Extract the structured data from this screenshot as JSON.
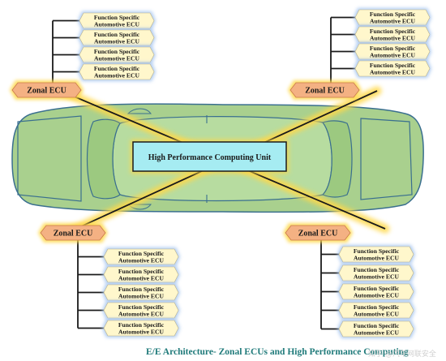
{
  "hpc": {
    "label": "High Performance Computing Unit"
  },
  "zones": [
    {
      "label": "Zonal ECU",
      "ecus": [
        "Function Specific Automotive ECU",
        "Function Specific Automotive ECU",
        "Function Specific Automotive ECU",
        "Function Specific Automotive ECU"
      ]
    },
    {
      "label": "Zonal ECU",
      "ecus": [
        "Function Specific Automotive ECU",
        "Function Specific Automotive ECU",
        "Function Specific Automotive ECU",
        "Function Specific Automotive ECU"
      ]
    },
    {
      "label": "Zonal ECU",
      "ecus": [
        "Function Specific Automotive ECU",
        "Function Specific Automotive ECU",
        "Function Specific Automotive ECU",
        "Function Specific Automotive ECU",
        "Function Specific Automotive ECU"
      ]
    },
    {
      "label": "Zonal ECU",
      "ecus": [
        "Function Specific Automotive ECU",
        "Function Specific Automotive ECU",
        "Function Specific Automotive ECU",
        "Function Specific Automotive ECU",
        "Function Specific Automotive ECU"
      ]
    }
  ],
  "caption": "E/E Architecture- Zonal ECUs and High Performance Computing",
  "watermark": "知乎 @汽车网联安全",
  "colors": {
    "car_body": "#a9d08e",
    "car_outline": "#3a6f8f",
    "hpc_fill": "#a6ecf2",
    "zonal_fill": "#f4b183",
    "ecu_fill": "#fff7cc",
    "glow": "#ffd84a",
    "caption": "#1f7a7a"
  }
}
